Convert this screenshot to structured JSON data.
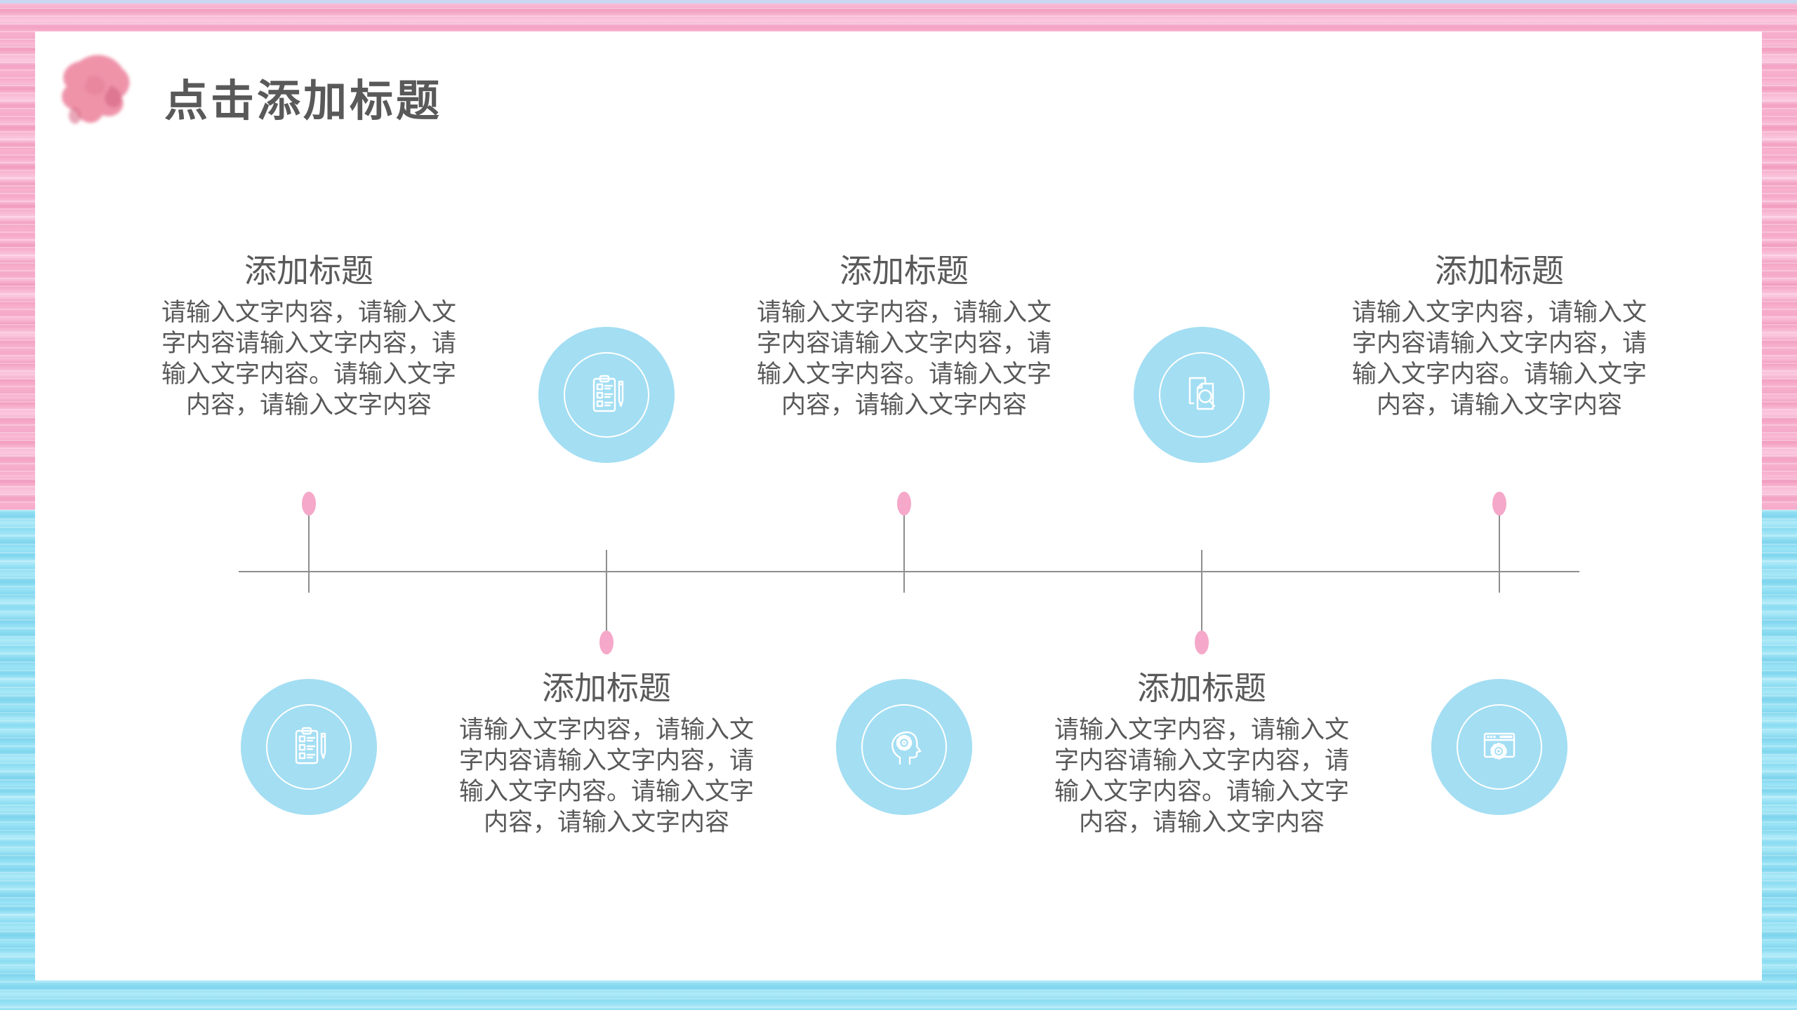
{
  "title": "点击添加标题",
  "sections": [
    {
      "heading": "添加标题",
      "body_lines": [
        "请输入文字内容，请输入文",
        "字内容请输入文字内容，请",
        "输入文字内容。请输入文字",
        "内容，请输入文字内容"
      ],
      "icon": "clipboard-pen-icon",
      "layout": "text-top-circle-bottom"
    },
    {
      "heading": "添加标题",
      "body_lines": [
        "请输入文字内容，请输入文",
        "字内容请输入文字内容，请",
        "输入文字内容。请输入文字",
        "内容，请输入文字内容"
      ],
      "icon": "clipboard-pen-icon",
      "layout": "circle-top-text-bottom"
    },
    {
      "heading": "添加标题",
      "body_lines": [
        "请输入文字内容，请输入文",
        "字内容请输入文字内容，请",
        "输入文字内容。请输入文字",
        "内容，请输入文字内容"
      ],
      "icon": "head-gear-icon",
      "layout": "text-top-circle-bottom"
    },
    {
      "heading": "添加标题",
      "body_lines": [
        "请输入文字内容，请输入文",
        "字内容请输入文字内容，请",
        "输入文字内容。请输入文字",
        "内容，请输入文字内容"
      ],
      "icon": "document-search-icon",
      "layout": "circle-top-text-bottom"
    },
    {
      "heading": "添加标题",
      "body_lines": [
        "请输入文字内容，请输入文",
        "字内容请输入文字内容，请",
        "输入文字内容。请输入文字",
        "内容，请输入文字内容"
      ],
      "icon": "browser-gear-icon",
      "layout": "text-top-circle-bottom"
    }
  ],
  "colors": {
    "circle_blue": "#a3def3",
    "dot_pink": "#f5a8c9",
    "timeline_gray": "#8e8e8e",
    "text_gray": "#595959",
    "border_pink": "#f6a9c9",
    "border_blue": "#8bdcf2",
    "top_edge_lavender": "#c9d8f0"
  }
}
